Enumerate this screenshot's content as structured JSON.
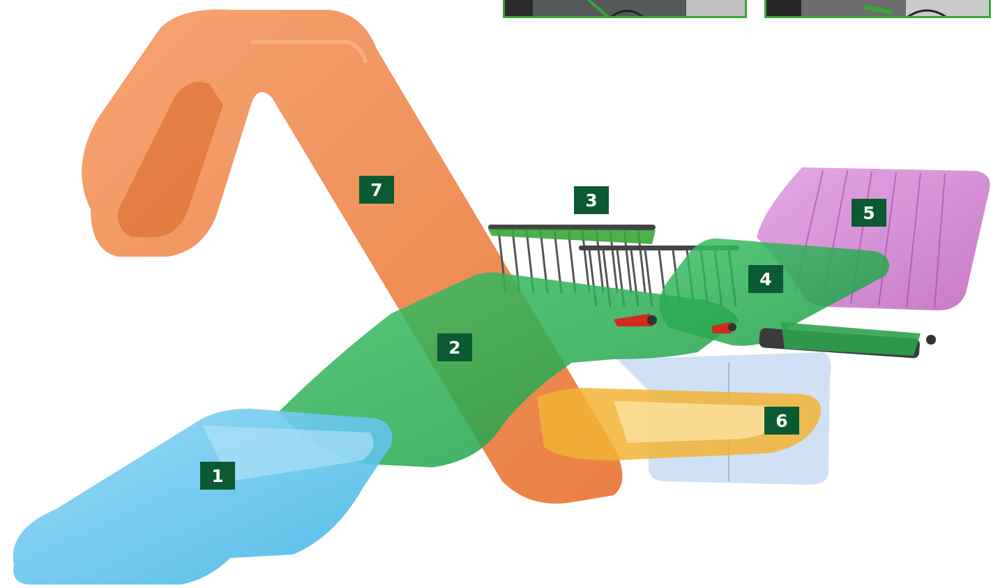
{
  "badges": [
    {
      "id": "7",
      "label": "7"
    },
    {
      "id": "3",
      "label": "3"
    },
    {
      "id": "5",
      "label": "5"
    },
    {
      "id": "4",
      "label": "4"
    },
    {
      "id": "2",
      "label": "2"
    },
    {
      "id": "6",
      "label": "6"
    },
    {
      "id": "1",
      "label": "1"
    }
  ],
  "colors": {
    "part_1_blue": "#6fc6ef",
    "part_2_green": "#2fb04f",
    "part_3_rake": "#4a4a4a",
    "part_4_green": "#2fb04f",
    "part_5_magenta": "#c86bc8",
    "part_6_yellow": "#f2b335",
    "part_7_orange": "#ee7a3a",
    "housing_lightblue": "#c4daf2",
    "badge_bg": "#0b5a33",
    "thumb_border": "#3aa63a"
  }
}
